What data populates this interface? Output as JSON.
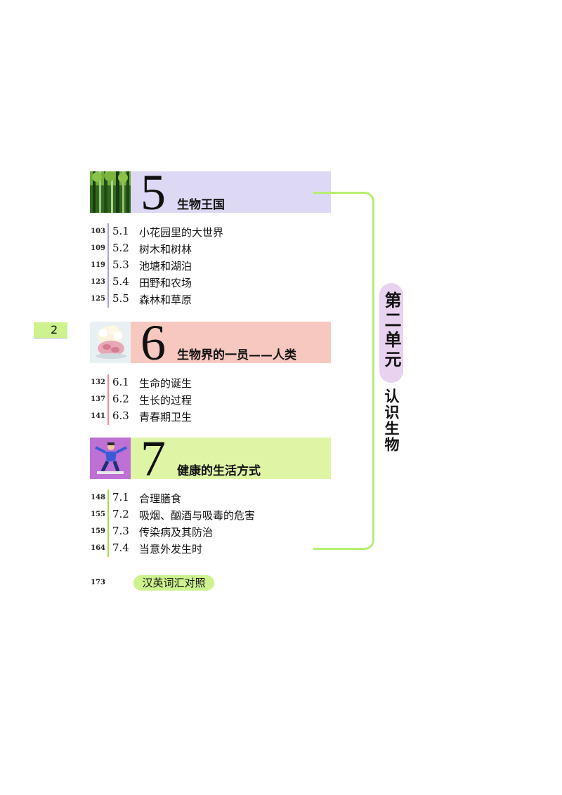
{
  "page_number": "2",
  "unit": {
    "title": "第二单元",
    "subtitle": "认识生物"
  },
  "chapters": [
    {
      "number": "5",
      "title": "生物王国",
      "band_color": "#ddd8f3",
      "bar_color": "#a9a0d8",
      "sections": [
        {
          "page": "103",
          "number": "5.1",
          "title": "小花园里的大世界"
        },
        {
          "page": "109",
          "number": "5.2",
          "title": "树木和树林"
        },
        {
          "page": "119",
          "number": "5.3",
          "title": "池塘和湖泊"
        },
        {
          "page": "123",
          "number": "5.4",
          "title": "田野和农场"
        },
        {
          "page": "125",
          "number": "5.5",
          "title": "森林和草原"
        }
      ]
    },
    {
      "number": "6",
      "title": "生物界的一员——人类",
      "band_color": "#f6c8c0",
      "bar_color": "#ee8f86",
      "sections": [
        {
          "page": "132",
          "number": "6.1",
          "title": "生命的诞生"
        },
        {
          "page": "137",
          "number": "6.2",
          "title": "生长的过程"
        },
        {
          "page": "141",
          "number": "6.3",
          "title": "青春期卫生"
        }
      ]
    },
    {
      "number": "7",
      "title": "健康的生活方式",
      "band_color": "#dff5a6",
      "bar_color": "#9ee04a",
      "sections": [
        {
          "page": "148",
          "number": "7.1",
          "title": "合理膳食"
        },
        {
          "page": "155",
          "number": "7.2",
          "title": "吸烟、酗酒与吸毒的危害"
        },
        {
          "page": "159",
          "number": "7.3",
          "title": "传染病及其防治"
        },
        {
          "page": "164",
          "number": "7.4",
          "title": "当意外发生时"
        }
      ]
    }
  ],
  "glossary": {
    "page": "173",
    "title": "汉英词汇对照"
  },
  "colors": {
    "tab": "#cdf28e",
    "bracket": "#b7ee72",
    "unit_pill": "#e8d2ef"
  }
}
